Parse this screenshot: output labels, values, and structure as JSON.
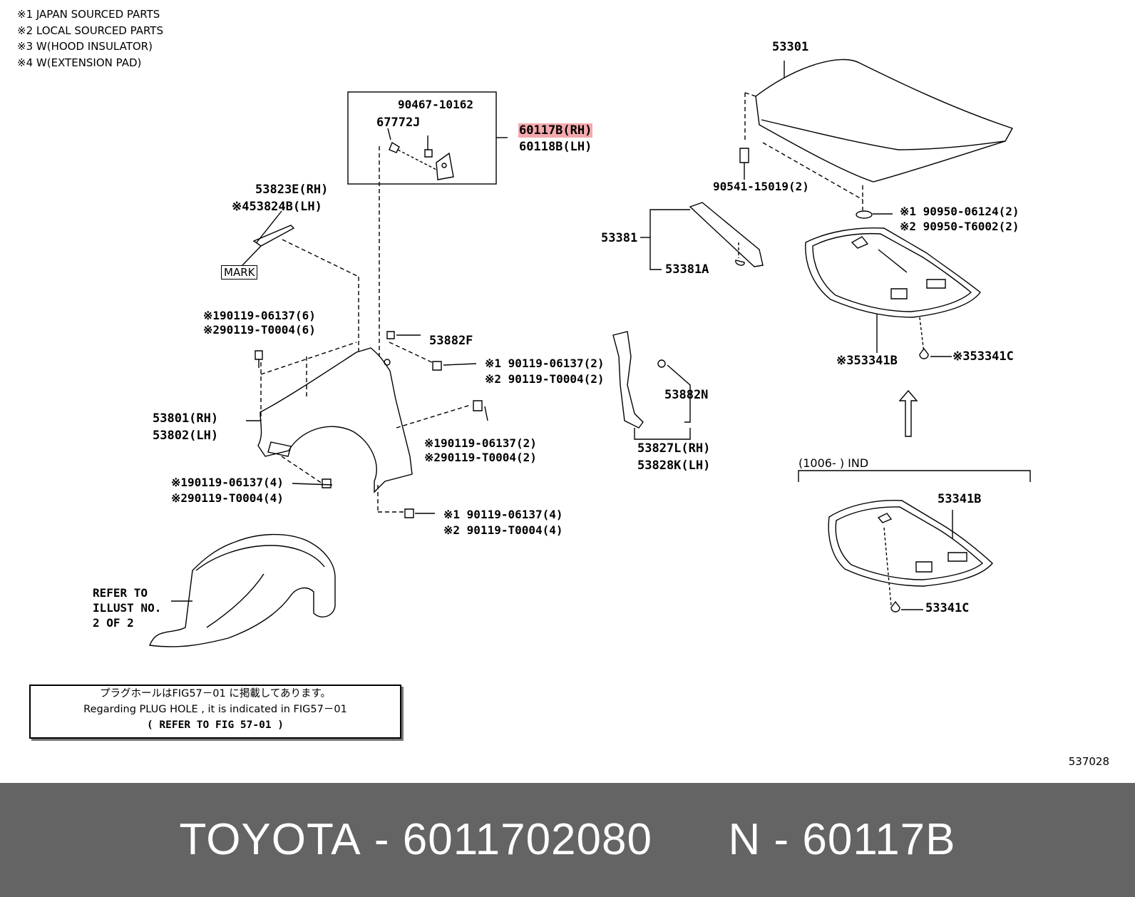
{
  "notes": [
    "※1 JAPAN SOURCED PARTS",
    "※2 LOCAL SOURCED PARTS",
    "※3 W(HOOD INSULATOR)",
    "※4 W(EXTENSION PAD)"
  ],
  "labels": {
    "p90467": "90467-10162",
    "p67772": "67772J",
    "p60117": "60117B(RH)",
    "p60118": "60118B(LH)",
    "p53823": "53823E(RH)",
    "p53824": "※453824B(LH)",
    "mark": "MARK",
    "clip1a": "※190119-06137(6)",
    "clip1b": "※290119-T0004(6)",
    "p53882f": "53882F",
    "clip2a": "※1 90119-06137(2)",
    "clip2b": "※2 90119-T0004(2)",
    "p53801": "53801(RH)",
    "p53802": "53802(LH)",
    "clip3a": "※190119-06137(2)",
    "clip3b": "※290119-T0004(2)",
    "clip4a": "※190119-06137(4)",
    "clip4b": "※290119-T0004(4)",
    "clip5a": "※1 90119-06137(4)",
    "clip5b": "※2 90119-T0004(4)",
    "refer1": "REFER TO",
    "refer2": "ILLUST NO.",
    "refer3": "2 OF 2",
    "p53301": "53301",
    "p90541": "90541-15019(2)",
    "p90950a": "※1 90950-06124(2)",
    "p90950b": "※2 90950-T6002(2)",
    "p53381": "53381",
    "p53381a": "53381A",
    "p53341b": "※353341B",
    "p53341c": "※353341C",
    "p53882n": "53882N",
    "p53827": "53827L(RH)",
    "p53828": "53828K(LH)",
    "ind": "(1006-      ) IND",
    "p53341b2": "53341B",
    "p53341c2": "53341C"
  },
  "plug_note": {
    "jp": "プラグホールはFIG57－01 に掲載してあります。",
    "en": "Regarding  PLUG  HOLE  , it  is  indicated  in  FIG57－01",
    "ref": "(   REFER TO FIG 57-01  )"
  },
  "diagram_number": "537028",
  "footer": {
    "brand": "TOYOTA",
    "sep1": "-",
    "part_number": "6011702080",
    "prefix": "N",
    "sep2": "-",
    "code": "60117B"
  },
  "colors": {
    "highlight": "#f4a9ad",
    "footer_bg": "#646464",
    "footer_text": "#ffffff"
  }
}
